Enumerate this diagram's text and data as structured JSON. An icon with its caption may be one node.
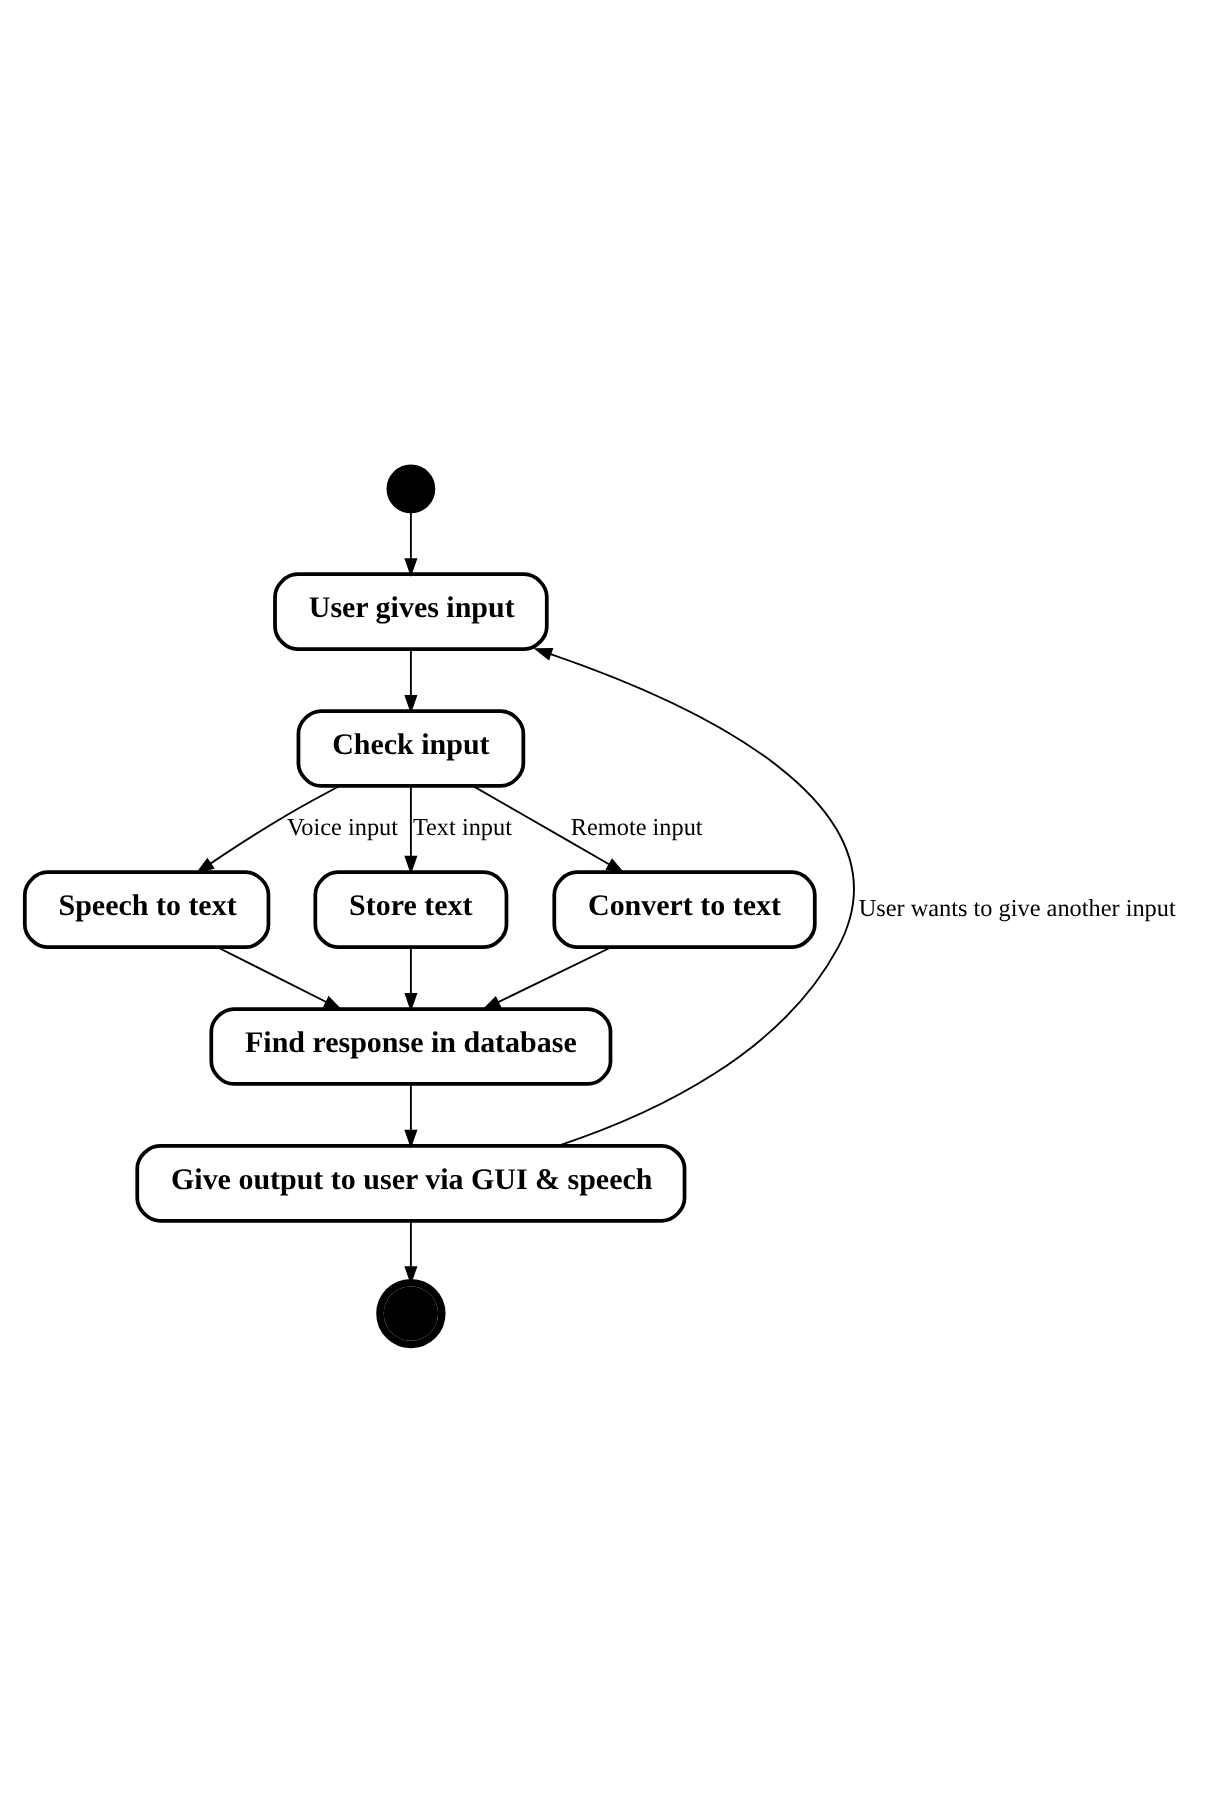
{
  "diagram": {
    "nodes": [
      {
        "text": [],
        "shape": "circle"
      },
      {
        "text": [
          "User gives input"
        ]
      },
      {
        "text": [
          "Check input"
        ]
      },
      {
        "text": [
          "Speech to text"
        ]
      },
      {
        "text": [
          "Store text"
        ]
      },
      {
        "text": [
          "Convert to text"
        ]
      },
      {
        "text": [
          "Find response in database"
        ]
      },
      {
        "text": [
          "Give output to user via GUI & speech"
        ]
      },
      {
        "text": [],
        "shape": "circle"
      }
    ],
    "edges": [
      {
        "from": 0,
        "to": 1,
        "arrow": "to"
      },
      {
        "from": 1,
        "to": 2,
        "arrow": "to"
      },
      {
        "from": 2,
        "to": 3,
        "arrow": "to",
        "label": "Voice input"
      },
      {
        "from": 2,
        "to": 4,
        "arrow": "to",
        "label": "Text input"
      },
      {
        "from": 2,
        "to": 5,
        "arrow": "to",
        "label": "Remote input"
      },
      {
        "from": 3,
        "to": 6,
        "arrow": "to"
      },
      {
        "from": 4,
        "to": 6,
        "arrow": "to"
      },
      {
        "from": 5,
        "to": 6,
        "arrow": "to"
      },
      {
        "from": 6,
        "to": 7,
        "arrow": "to"
      },
      {
        "from": 7,
        "to": 8,
        "arrow": "to"
      },
      {
        "from": 7,
        "to": 1,
        "arrow": "to",
        "label": "User wants to give another input"
      }
    ]
  }
}
